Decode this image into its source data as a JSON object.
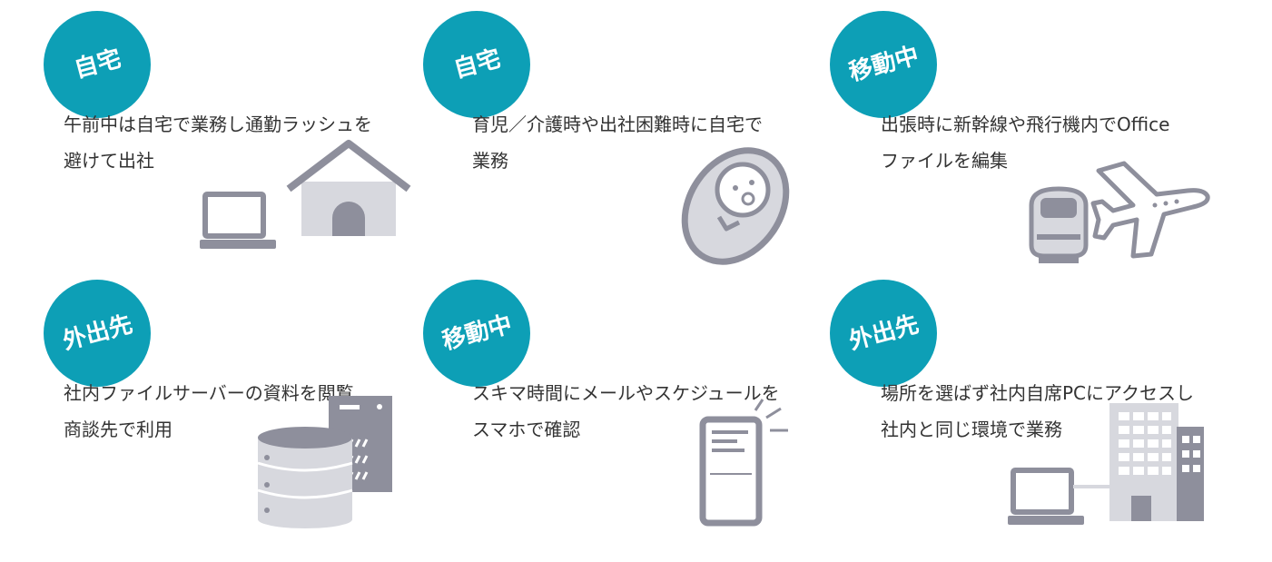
{
  "cards": [
    {
      "badge": "自宅",
      "text": "午前中は自宅で業務し通勤ラッシュを\n避けて出社",
      "illustration": "laptop-and-house"
    },
    {
      "badge": "自宅",
      "text": "育児／介護時や出社困難時に自宅で\n業務",
      "illustration": "baby"
    },
    {
      "badge": "移動中",
      "text": "出張時に新幹線や飛行機内でOffice\nファイルを編集",
      "illustration": "train-and-airplane"
    },
    {
      "badge": "外出先",
      "text": "社内ファイルサーバーの資料を閲覧、\n商談先で利用",
      "illustration": "database-server"
    },
    {
      "badge": "移動中",
      "text": "スキマ時間にメールやスケジュールを\nスマホで確認",
      "illustration": "smartphone"
    },
    {
      "badge": "外出先",
      "text": "場所を選ばず社内自席PCにアクセスし\n社内と同じ環境で業務",
      "illustration": "laptop-and-office-building"
    }
  ],
  "colors": {
    "badge": "#0d9fb6",
    "icon_dark": "#8e8f9c",
    "icon_light": "#d7d8de",
    "text": "#333333"
  }
}
